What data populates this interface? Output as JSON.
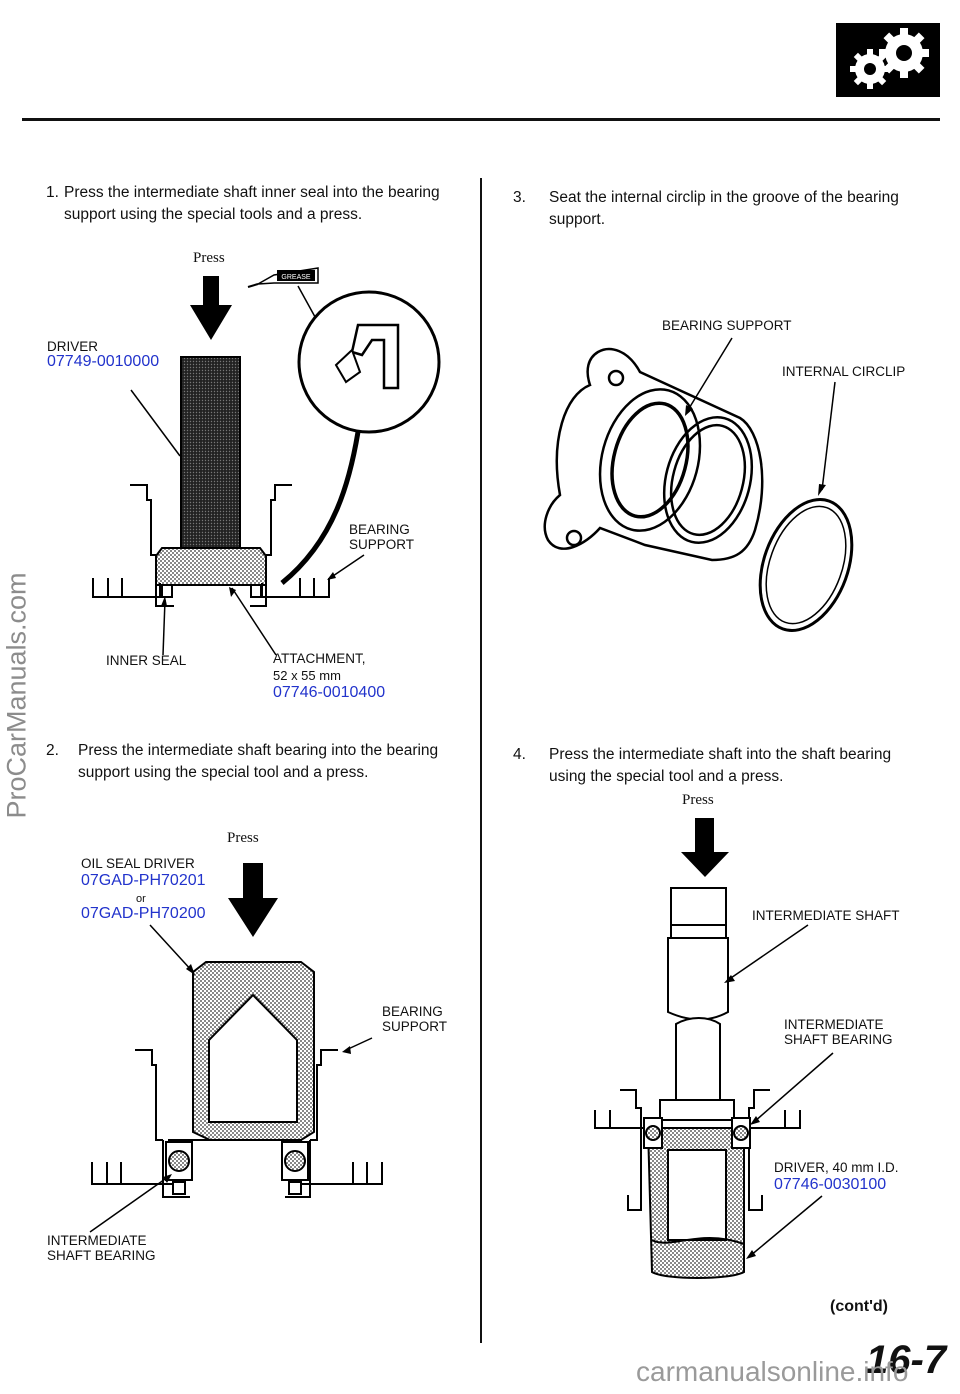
{
  "watermark": "ProCarManuals.com",
  "footer_watermark": "carmanualsonline.info",
  "page_number": "16-7",
  "cont": "(cont'd)",
  "grease_label": "GREASE",
  "step1": {
    "num": "1.",
    "text": "Press the intermediate shaft inner seal into the bearing support using the special tools and a press.",
    "press": "Press",
    "driver_label": "DRIVER",
    "driver_pn": "07749-0010000",
    "bearing_support": "BEARING SUPPORT",
    "inner_seal": "INNER SEAL",
    "attachment": "ATTACHMENT,",
    "attachment_size": "52 x 55 mm",
    "attachment_pn": "07746-0010400"
  },
  "step2": {
    "num": "2.",
    "text": "Press the intermediate shaft bearing into the bearing support using the special tool and a press.",
    "press": "Press",
    "oil_seal_driver": "OIL SEAL DRIVER",
    "pn1": "07GAD-PH70201",
    "or": "or",
    "pn2": "07GAD-PH70200",
    "bearing_support": "BEARING SUPPORT",
    "intermediate_bearing": "INTERMEDIATE SHAFT BEARING"
  },
  "step3": {
    "num": "3.",
    "text": "Seat the internal circlip in the groove of the bearing support.",
    "bearing_support": "BEARING SUPPORT",
    "internal_circlip": "INTERNAL CIRCLIP"
  },
  "step4": {
    "num": "4.",
    "text": "Press the intermediate shaft into the shaft bearing using the special tool and a press.",
    "press": "Press",
    "intermediate_shaft": "INTERMEDIATE SHAFT",
    "intermediate_bearing": "INTERMEDIATE SHAFT BEARING",
    "driver": "DRIVER, 40 mm I.D.",
    "driver_pn": "07746-0030100"
  }
}
